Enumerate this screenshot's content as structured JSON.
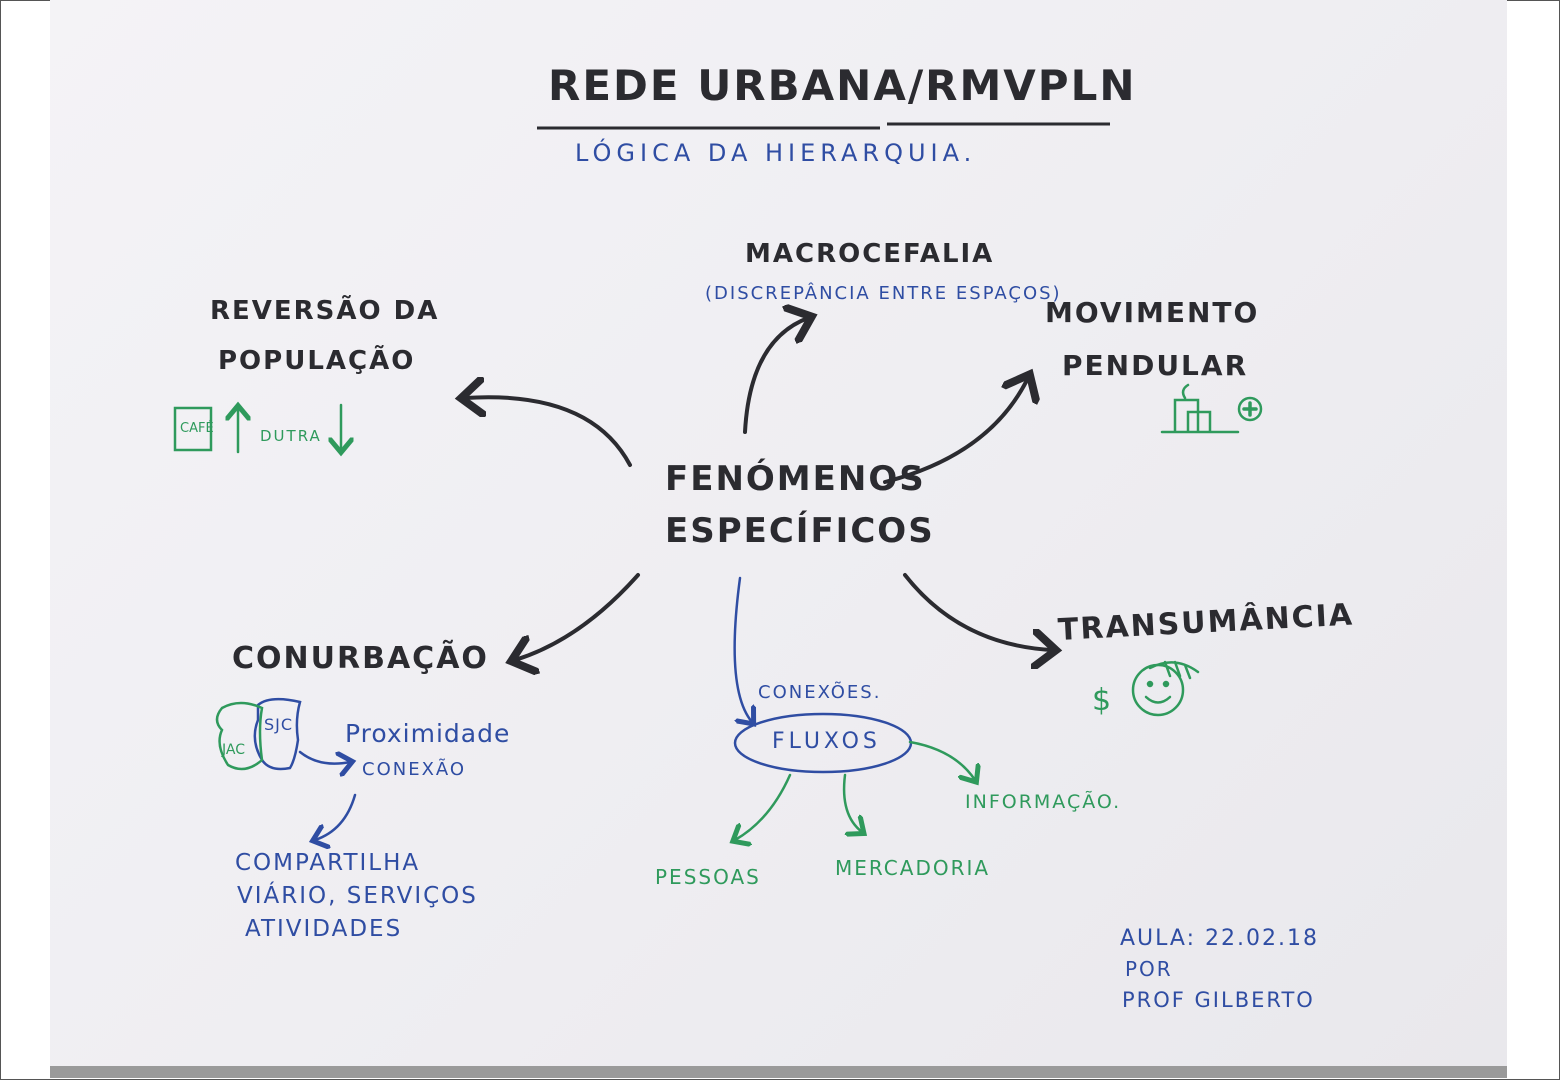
{
  "title": "REDE URBANA/RMVPLN",
  "subtitle": "LÓGICA DA HIERARQUIA.",
  "center": {
    "line1": "FENÓMENOS",
    "line2": "ESPECÍFICOS"
  },
  "nodes": {
    "macrocefalia": {
      "label": "MACROCEFALIA",
      "note": "(DISCREPÂNCIA ENTRE ESPAÇOS)"
    },
    "reversao": {
      "line1": "REVERSÃO DA",
      "line2": "POPULAÇÃO",
      "cafe": "CAFÉ",
      "dutra": "DUTRA"
    },
    "movimento": {
      "line1": "MOVIMENTO",
      "line2": "PENDULAR"
    },
    "conurbacao": {
      "label": "CONURBAÇÃO",
      "city1": "JAC",
      "city2": "SJC",
      "proximidade": "Proximidade",
      "conexao": "CONEXÃO",
      "compartilha": [
        "COMPARTILHA",
        "VIÁRIO, SERVIÇOS",
        "ATIVIDADES"
      ]
    },
    "transumancia": {
      "label": "TRANSUMÂNCIA",
      "dollar": "$"
    },
    "fluxos": {
      "conexoes": "CONEXÕES.",
      "label": "FLUXOS",
      "pessoas": "PESSOAS",
      "mercadoria": "MERCADORIA",
      "informacao": "INFORMAÇÃO."
    }
  },
  "footer": {
    "aula": "AULA: 22.02.18",
    "por": "POR",
    "prof": "PROF GILBERTO"
  },
  "colors": {
    "black": "#2b2b30",
    "blue": "#2f4da3",
    "green": "#2f9a5c"
  }
}
